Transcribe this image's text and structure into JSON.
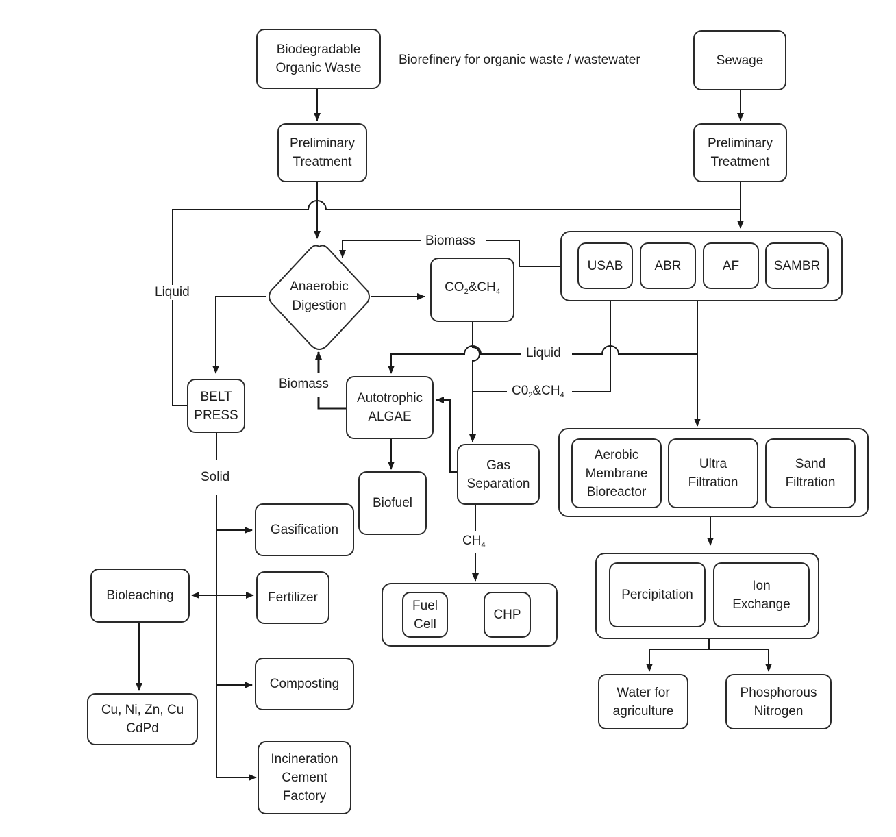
{
  "title": "Biorefinery for organic waste / wastewater",
  "nodes": {
    "organic_waste": "Biodegradable\nOrganic Waste",
    "prelim_left": "Preliminary\nTreatment",
    "sewage": "Sewage",
    "prelim_right": "Preliminary\nTreatment",
    "anaerobic_digestion": "Anaerobic\nDigestion",
    "co2_ch4": {
      "main": "CO",
      "sub1": "2",
      "mid": "&CH",
      "sub2": "4"
    },
    "usab": "USAB",
    "abr": "ABR",
    "af": "AF",
    "sambr": "SAMBR",
    "belt_press": "BELT\nPRESS",
    "autotrophic_algae": "Autotrophic\nALGAE",
    "gas_separation": "Gas\nSeparation",
    "biofuel": "Biofuel",
    "gasification": "Gasification",
    "fertilizer": "Fertilizer",
    "bioleaching": "Bioleaching",
    "metals": "Cu, Ni, Zn, Cu\nCdPd",
    "composting": "Composting",
    "incineration": "Incineration\nCement\nFactory",
    "fuel_cell": "Fuel\nCell",
    "chp": "CHP",
    "aerobic_mbr": "Aerobic\nMembrane\nBioreactor",
    "ultra_filtration": "Ultra\nFiltration",
    "sand_filtration": "Sand\nFiltration",
    "percipitation": "Percipitation",
    "ion_exchange": "Ion\nExchange",
    "water_agriculture": "Water for\nagriculture",
    "phosphorous_nitrogen": "Phosphorous\nNitrogen"
  },
  "edge_labels": {
    "liquid_left": "Liquid",
    "biomass_top": "Biomass",
    "biomass_algae": "Biomass",
    "liquid_mid": "Liquid",
    "co2_ch4_label": {
      "main": "C0",
      "sub1": "2",
      "mid": "&CH",
      "sub2": "4"
    },
    "solid": "Solid",
    "ch4": {
      "main": "CH",
      "sub": "4"
    }
  }
}
